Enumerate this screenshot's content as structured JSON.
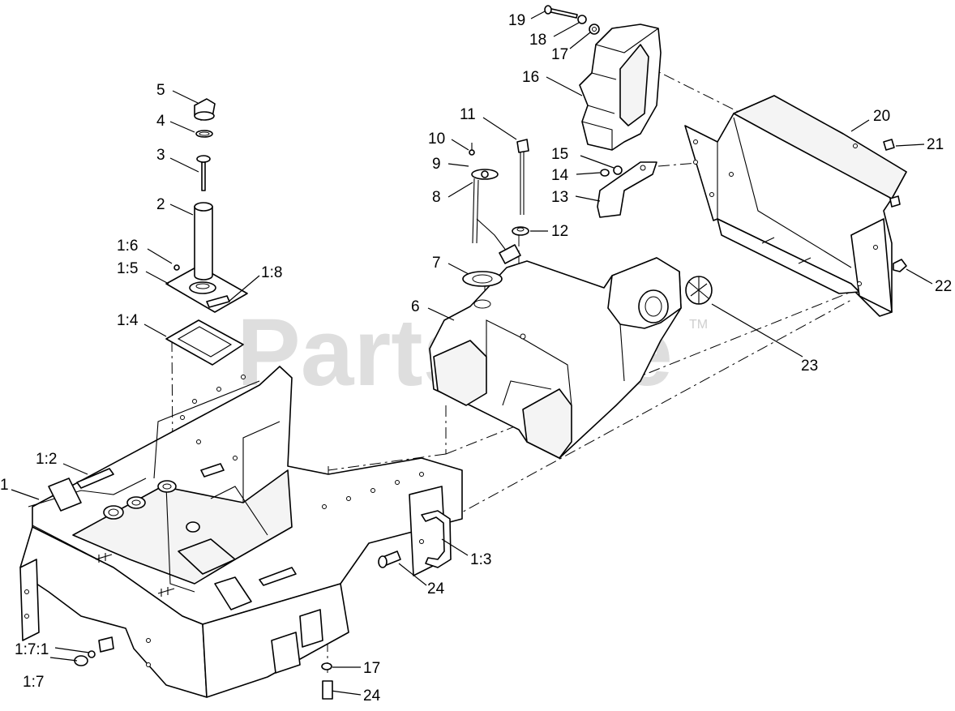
{
  "watermark": {
    "text": "PartsTree",
    "trademark": "TM"
  },
  "callouts": {
    "c1": "1",
    "c1_2": "1:2",
    "c1_3": "1:3",
    "c1_4": "1:4",
    "c1_5": "1:5",
    "c1_6": "1:6",
    "c1_7": "1:7",
    "c1_7_1": "1:7:1",
    "c1_8": "1:8",
    "c2": "2",
    "c3": "3",
    "c4": "4",
    "c5": "5",
    "c6": "6",
    "c7": "7",
    "c8": "8",
    "c9": "9",
    "c10": "10",
    "c11": "11",
    "c12": "12",
    "c13": "13",
    "c14": "14",
    "c15": "15",
    "c16": "16",
    "c17a": "17",
    "c17b": "17",
    "c18": "18",
    "c19": "19",
    "c20": "20",
    "c21": "21",
    "c22": "22",
    "c23": "23",
    "c24a": "24",
    "c24b": "24"
  }
}
